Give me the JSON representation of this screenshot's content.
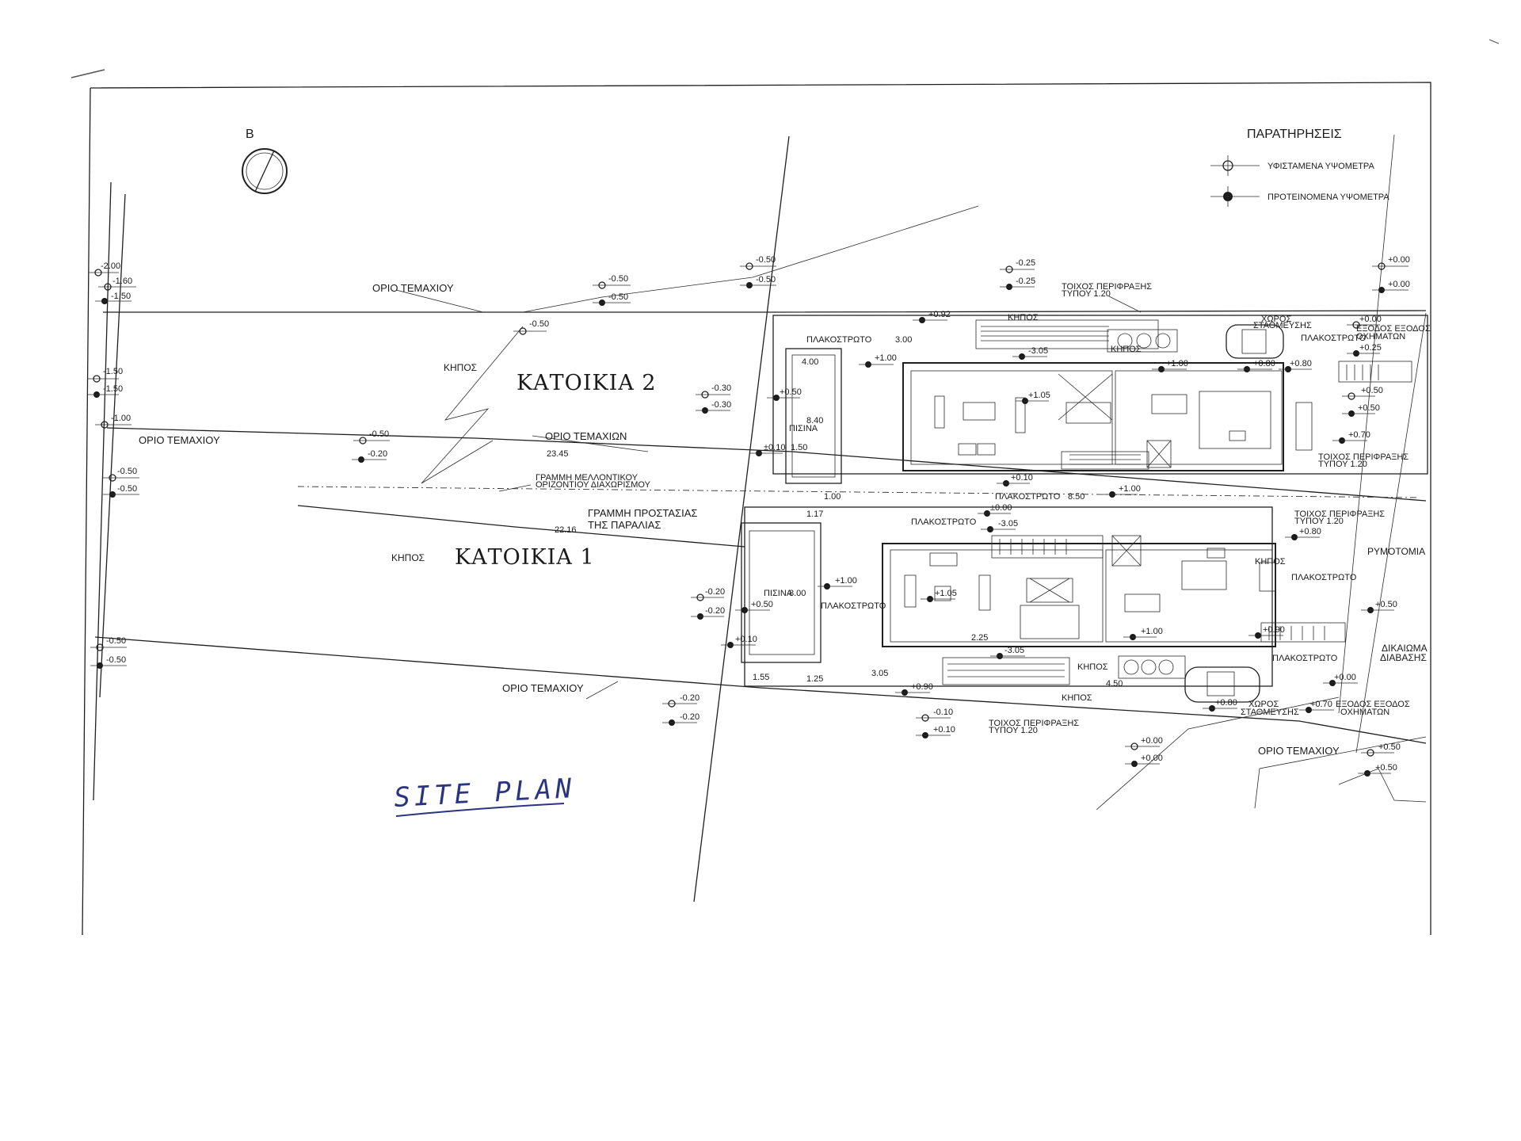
{
  "compass": {
    "north_label": "Β"
  },
  "legend": {
    "title": "ΠΑΡΑΤΗΡΗΣΕΙΣ",
    "existing": "ΥΦΙΣΤΑΜΕΝΑ ΥΨΟΜΕΤΡΑ",
    "proposed": "ΠΡΟΤΕΙΝΟΜΕΝΑ ΥΨΟΜΕΤΡΑ"
  },
  "labels": {
    "house2": "ΚΑΤΟΙΚΙΑ 2",
    "house1": "ΚΑΤΟΙΚΙΑ 1",
    "garden": "ΚΗΠΟΣ",
    "plot_boundary": "ΟΡΙΟ ΤΕΜΑΧΙΟΥ",
    "plots_boundary": "ΟΡΙΟ ΤΕΜΑΧΙΩΝ",
    "future_line_1": "ΓΡΑΜΜΗ ΜΕΛΛΟΝΤΙΚΟΥ",
    "future_line_2": "ΟΡΙΖΟΝΤΙΟΥ ΔΙΑΧΩΡΙΣΜΟΥ",
    "beach_line_1": "ΓΡΑΜΜΗ ΠΡΟΣΤΑΣΙΑΣ",
    "beach_line_2": "ΤΗΣ ΠΑΡΑΛΙΑΣ",
    "paving": "ΠΛΑΚΟΣΤΡΩΤΟ",
    "pool": "ΠΙΣΙΝΑ",
    "fence_1": "ΤΟΙΧΟΣ ΠΕΡΙΦΡΑΞΗΣ",
    "fence_2": "ΤΥΠΟΥ 1.20",
    "parking_1": "ΧΩΡΟΣ",
    "parking_2": "ΣΤΑΘΜΕΥΣΗΣ",
    "exit_1": "ΕΞΟΔΟΣ ΕΞΟΔΟΣ",
    "exit_2": "ΟΧΗΜΑΤΩΝ",
    "cutting": "ΡΥΜΟΤΟΜΙΑ",
    "right_of_way_1": "ΔΙΚΑΙΩΜΑ",
    "right_of_way_2": "ΔΙΑΒΑΣΗΣ",
    "dim_23_45": "23.45",
    "dim_22_16": "22.16",
    "dim_4_00": "4.00",
    "dim_8_40": "8.40",
    "dim_8_00": "8.00",
    "dim_3_00": "3.00",
    "dim_1_00": "1.00",
    "dim_1_50": "1.50",
    "dim_1_17": "1.17",
    "dim_1_55": "1.55",
    "dim_1_25": "1.25",
    "dim_3_05": "3.05",
    "dim_2_25": "2.25",
    "dim_4_50": "4.50",
    "dim_1_20": "1.20",
    "dim_8_50": "8.50"
  },
  "levels": {
    "m2_00": "-2.00",
    "m1_60": "-1.60",
    "m1_50": "-1.50",
    "m1_00": "-1.00",
    "m0_50": "-0.50",
    "m0_30": "-0.30",
    "m0_25": "-0.25",
    "m0_20": "-0.20",
    "m0_10": "-0.10",
    "m3_05": "-3.05",
    "p0_00": "+0.00",
    "p0_10": "+0.10",
    "p0_25": "+0.25",
    "p0_50": "+0.50",
    "p0_70": "+0.70",
    "p0_80": "+0.80",
    "p0_90": "+0.90",
    "p0_92": "+0.92",
    "p1_00": "+1.00",
    "p1_05": "+1.05",
    "p0_10b": "±0.10",
    "p0_00b": "±0.00"
  },
  "title_handwritten": "SITE PLAN"
}
